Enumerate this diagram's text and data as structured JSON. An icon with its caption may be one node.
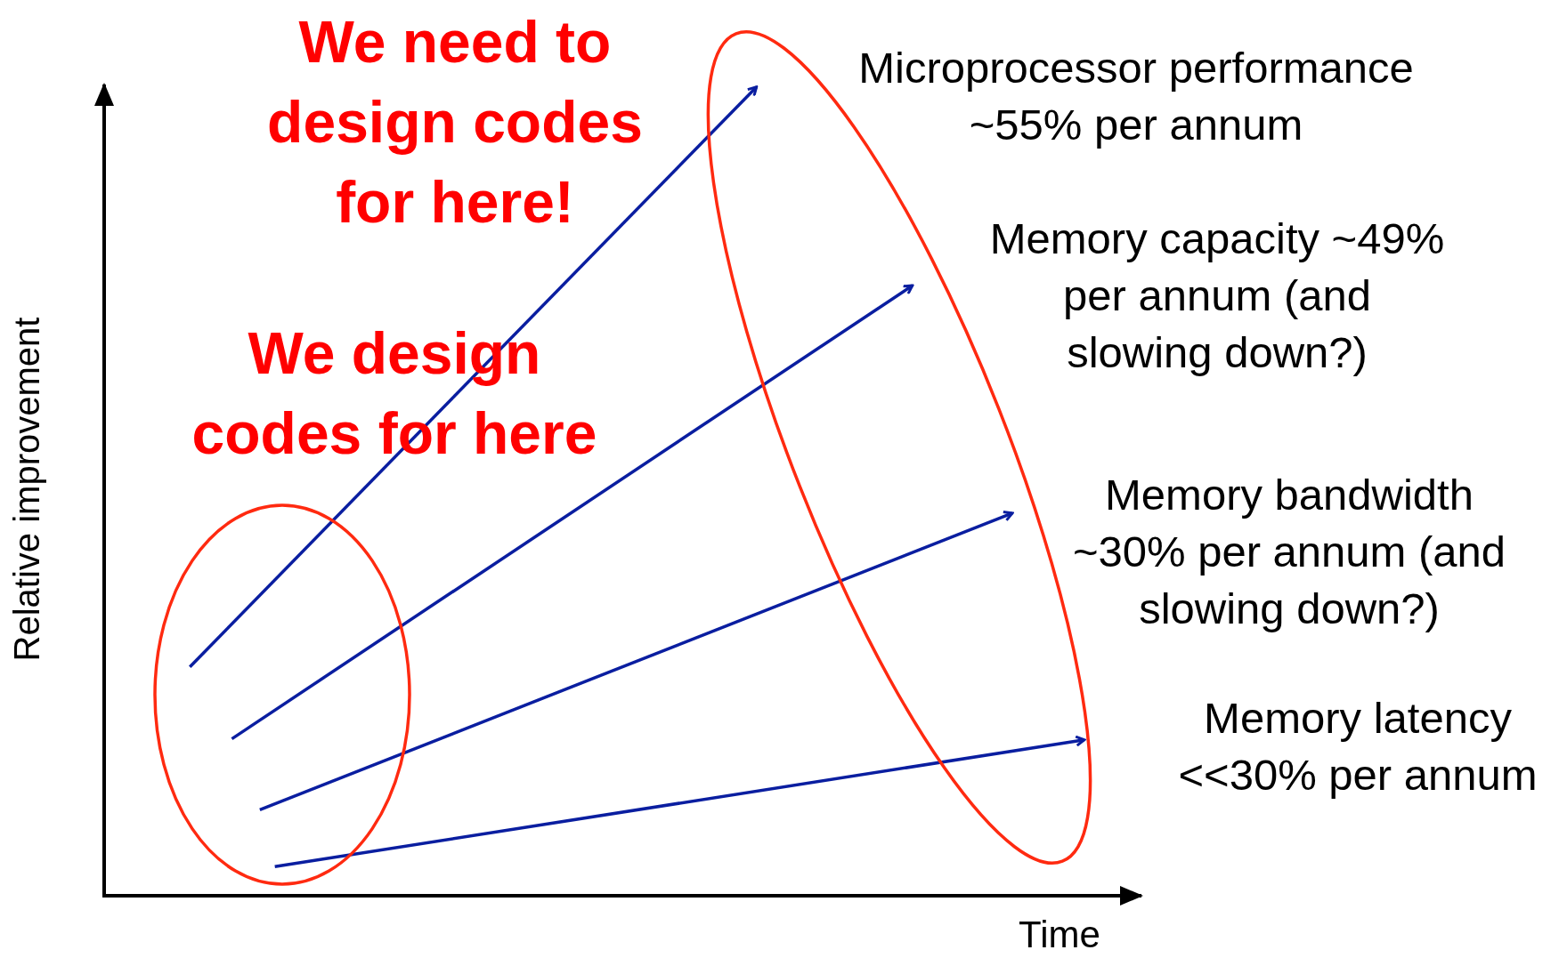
{
  "diagram": {
    "labels": [
      "We need to design codes for here!",
      "Microprocessor performance ~55% per annum",
      "Memory capacity ~49% per annum (and slowing down?)",
      "We design codes for here",
      "Memory bandwidth ~30% per annum (and slowing down?)",
      "Memory latency <<30% per annum",
      "Relative improvement",
      "Time"
    ]
  }
}
